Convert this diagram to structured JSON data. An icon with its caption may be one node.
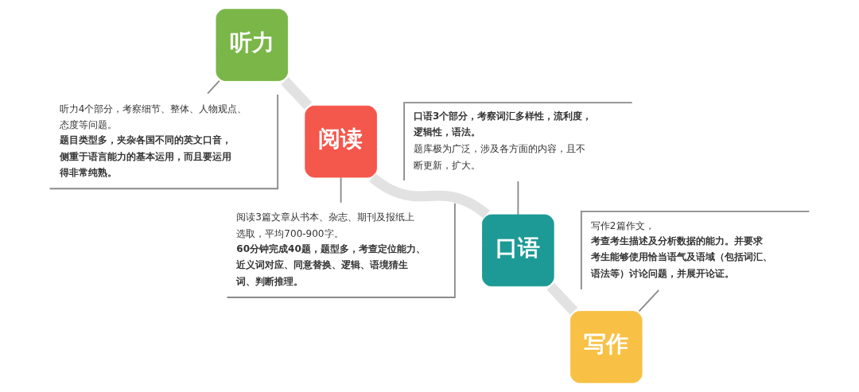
{
  "diagram": {
    "nodes": [
      {
        "text": [
          "听力"
        ]
      },
      {
        "text": [
          "听力4个部分，考察细节、整体、人物观点、态度等问题。",
          "题目类型多，夹杂各国不同的英文口音，侧重于语言能力的基本运用，而且要运用得非常纯熟。"
        ]
      },
      {
        "text": [
          "阅读"
        ]
      },
      {
        "text": [
          "阅读3篇文章从书本、杂志、期刊及报纸上选取，平均700-900字。",
          "60分钟完成40题，题型多，考查定位能力、近义词对应、同意替换、逻辑、语境猜生词、判断推理。"
        ]
      },
      {
        "text": [
          "口语"
        ]
      },
      {
        "text": [
          "口语3个部分，考察词汇多样性，流利度，逻辑性，语法。",
          "题库极为广泛，涉及各方面的内容，且不断更新，扩大。"
        ]
      },
      {
        "text": [
          "写作"
        ]
      },
      {
        "text": [
          "写作2篇作文，",
          "考查考生描述及分析数据的能力。并要求考生能够使用恰当语气及语域（包括词汇、语法等）讨论问题，并展开论证。"
        ]
      }
    ],
    "edges": [
      {
        "from": 0,
        "to": 2,
        "arrow": "none",
        "style": "thick",
        "color": "#e2e2e2"
      },
      {
        "from": 2,
        "to": 4,
        "arrow": "none",
        "style": "thick",
        "color": "#e2e2e2"
      },
      {
        "from": 4,
        "to": 6,
        "arrow": "none",
        "style": "thick",
        "color": "#e2e2e2"
      },
      {
        "from": 0,
        "to": 1,
        "arrow": "none"
      },
      {
        "from": 2,
        "to": 3,
        "arrow": "none"
      },
      {
        "from": 4,
        "to": 5,
        "arrow": "none"
      },
      {
        "from": 6,
        "to": 7,
        "arrow": "none"
      }
    ]
  }
}
